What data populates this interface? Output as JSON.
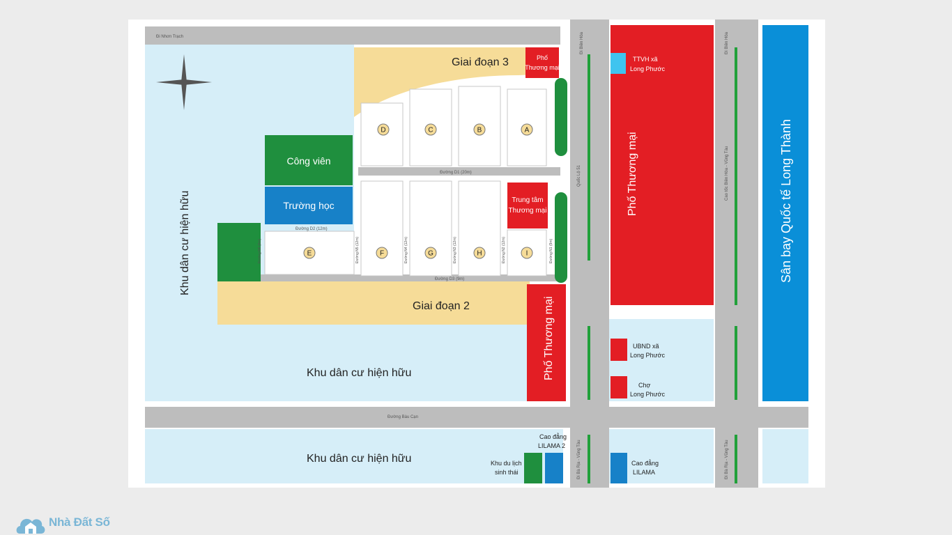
{
  "colors": {
    "road": "#bdbdbd",
    "residential": "#d6eef8",
    "phase": "#f6dc98",
    "commercial": "#e31e24",
    "park": "#1f8f3e",
    "school": "#1781c8",
    "airport": "#0a8fd8",
    "median": "#21a03a",
    "block": "#ffffff"
  },
  "labels": {
    "di_nhon_trach": "Đi Nhơn Trạch",
    "di_bien_hoa_1": "Đi Biên Hòa",
    "di_bien_hoa_2": "Đi Biên Hòa",
    "quoc_lo_51": "Quốc Lộ 51",
    "cao_toc": "Cao tốc Biên Hòa - Vũng Tàu",
    "duong_bau_can": "Đường Bàu Cạn",
    "di_ba_ria_1": "Đi Bà Rịa - Vũng Tàu",
    "di_ba_ria_2": "Đi Bà Rịa - Vũng Tàu",
    "duong_d1": "Đường D1 (20m)",
    "duong_d2": "Đường D2 (12m)",
    "duong_d3": "Đường D3 (9m)",
    "duong_n1": "Đường N1 (9m)",
    "duong_n2": "Đường N2 (12m)",
    "duong_n3": "Đường N3 (12m)",
    "duong_n4": "Đường N4 (12m)",
    "duong_n5": "Đường N5 (12m)",
    "duong_n6": "Đường N6 (9m)",
    "giai_doan_3": "Giai đoạn 3",
    "giai_doan_2": "Giai đoạn 2",
    "khu_dan_cu_left": "Khu dân cư hiện hữu",
    "khu_dan_cu_mid": "Khu dân cư hiện hữu",
    "khu_dan_cu_bottom": "Khu dân cư hiện hữu",
    "cong_vien": "Công viên",
    "truong_hoc": "Trường học",
    "pho_thuong_mai_small_1": "Phố",
    "pho_thuong_mai_small_2": "Thương mại",
    "pho_thuong_mai_big": "Phố Thương mại",
    "pho_thuong_mai_vertical": "Phố Thương mại",
    "trung_tam_1": "Trung tâm",
    "trung_tam_2": "Thương mại",
    "ttvh_1": "TTVH xã",
    "ttvh_2": "Long Phước",
    "ubnd_1": "UBND xã",
    "ubnd_2": "Long Phước",
    "cho_1": "Chợ",
    "cho_2": "Long Phước",
    "san_bay": "Sân bay Quốc tế Long Thành",
    "cao_dang_lilama2_1": "Cao đẳng",
    "cao_dang_lilama2_2": "LILAMA 2",
    "khu_du_lich_1": "Khu du lịch",
    "khu_du_lich_2": "sinh thái",
    "cao_dang_lilama_1": "Cao đẳng",
    "cao_dang_lilama_2": "LILAMA"
  },
  "blocks": [
    "A",
    "B",
    "C",
    "D",
    "E",
    "F",
    "G",
    "H",
    "I"
  ],
  "watermark": {
    "brand": "Nhà Đất Số"
  }
}
